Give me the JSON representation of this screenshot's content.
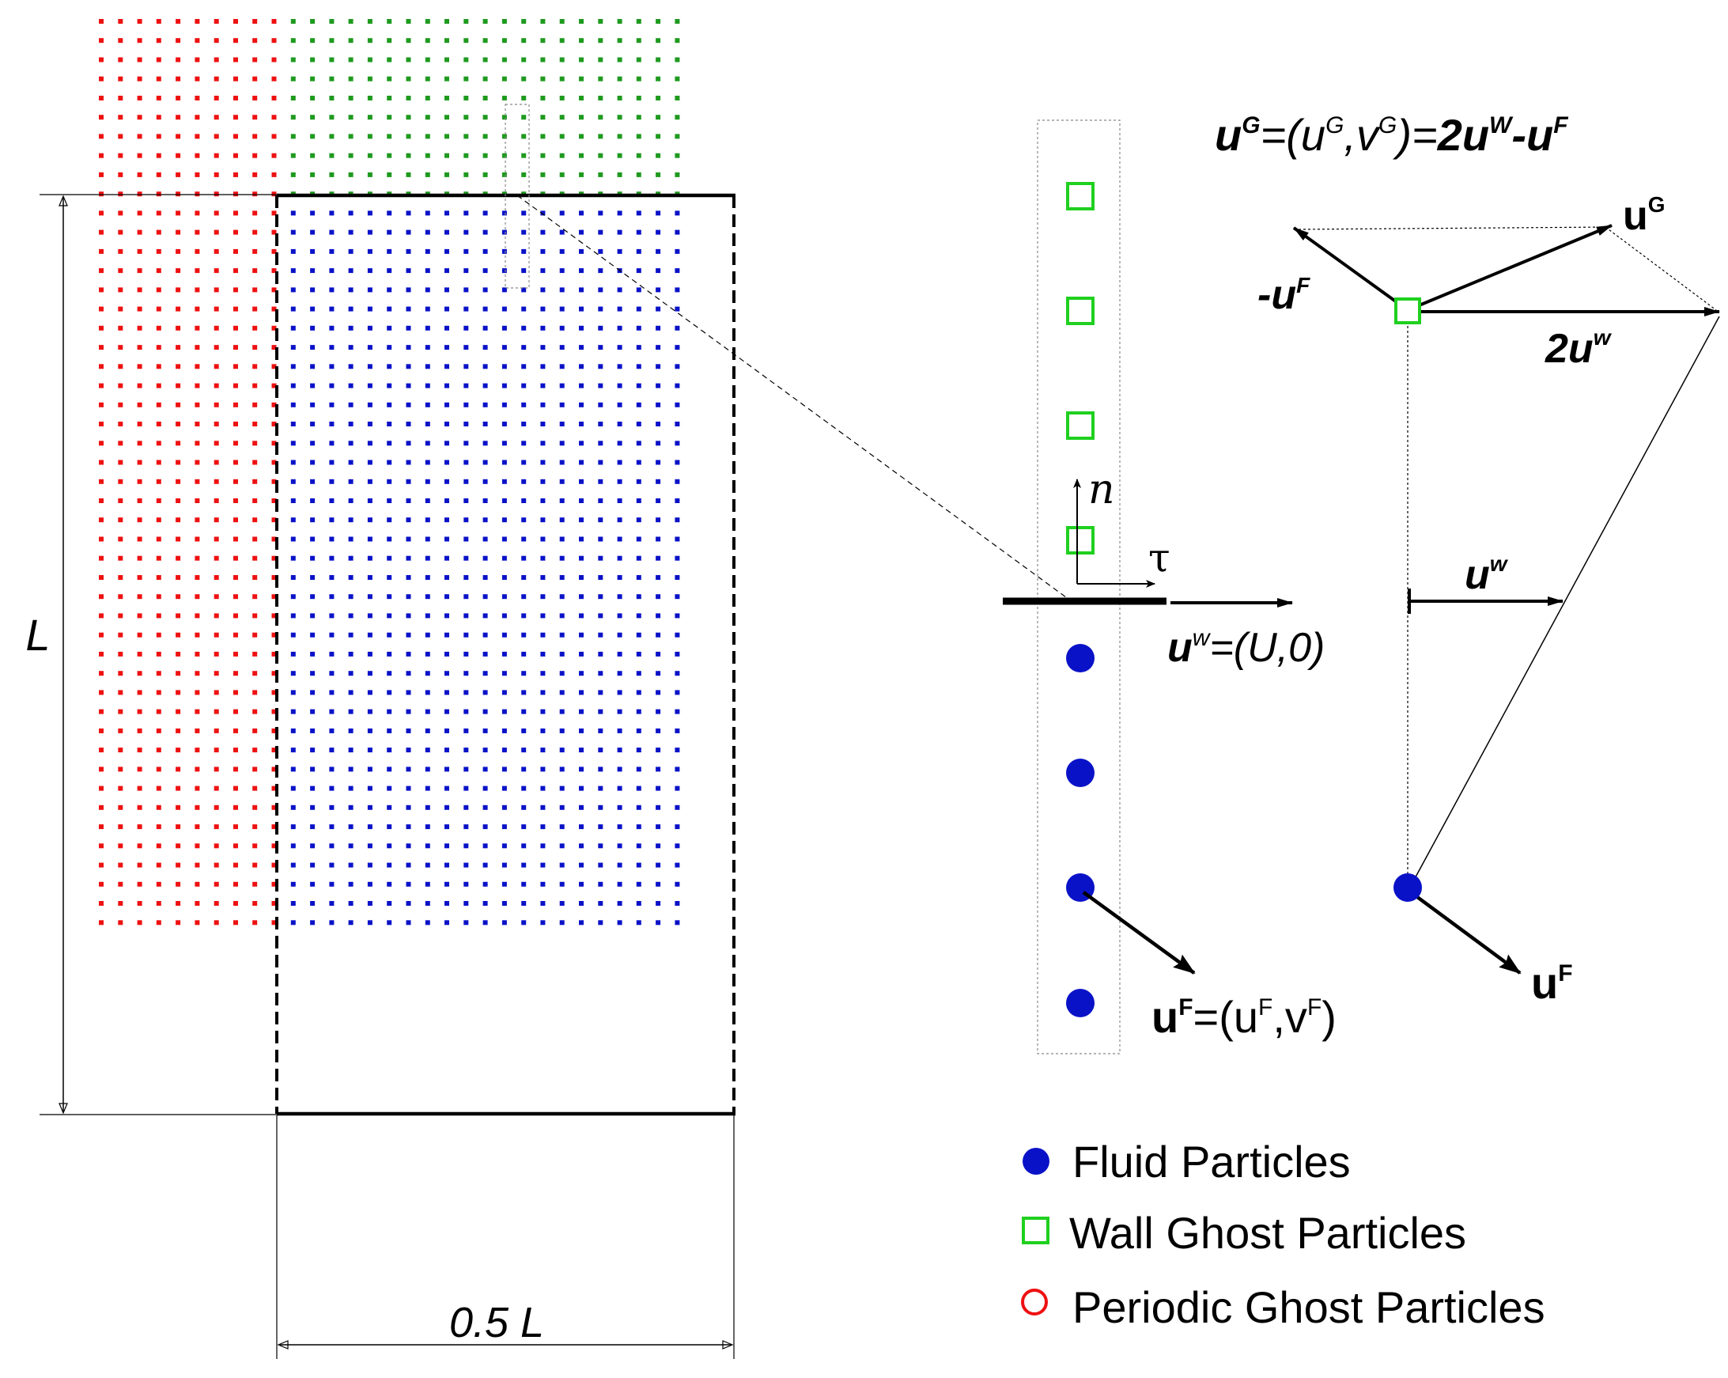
{
  "colors": {
    "fluid": "#0a12c8",
    "wall_ghost": "#1fd01f",
    "periodic_ghost": "#ee1111",
    "wall_ghost_inner": "#1f9a1f",
    "line": "#000000"
  },
  "labels": {
    "length_L": "L",
    "width": "0.5 L",
    "normal": "n",
    "tangent": "τ"
  },
  "equations": {
    "ghost": {
      "u": "u",
      "G": "G",
      "eq1": "=(",
      "u2": "u",
      "G2": "G",
      "comma": ",",
      "v": "v",
      "G3": "G",
      "close": ")=",
      "two_u": "2u",
      "w": "W",
      "minus_u": "-u",
      "F": "F"
    },
    "wall": {
      "u": "u",
      "w": "w",
      "rest": "=(U,0)"
    },
    "fluid": {
      "u": "u",
      "F": "F",
      "eq": "=(u",
      "F2": "F",
      "comma_v": ",v",
      "F3": "F",
      "close": ")"
    }
  },
  "vectors": {
    "neg_uF": {
      "minus_u": "-u",
      "F": "F"
    },
    "uG": {
      "u": "u",
      "G": "G"
    },
    "two_uw": {
      "two_u": "2u",
      "w": "w"
    },
    "uw": {
      "u": "u",
      "w": "w"
    },
    "uF": {
      "u": "u",
      "F": "F"
    }
  },
  "legend": [
    {
      "label": "Fluid Particles",
      "icon": "filled-circle-icon"
    },
    {
      "label": "Wall Ghost Particles",
      "icon": "hollow-square-icon"
    },
    {
      "label": "Periodic Ghost Particles",
      "icon": "hollow-circle-icon"
    }
  ]
}
